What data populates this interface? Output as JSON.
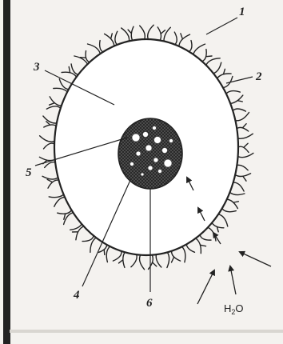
{
  "diagram": {
    "labels": {
      "l1": "1",
      "l2": "2",
      "l3": "3",
      "l4": "4",
      "l5": "5",
      "l6": "6"
    },
    "water": {
      "main": "H",
      "sub": "2",
      "tail": "O"
    }
  }
}
